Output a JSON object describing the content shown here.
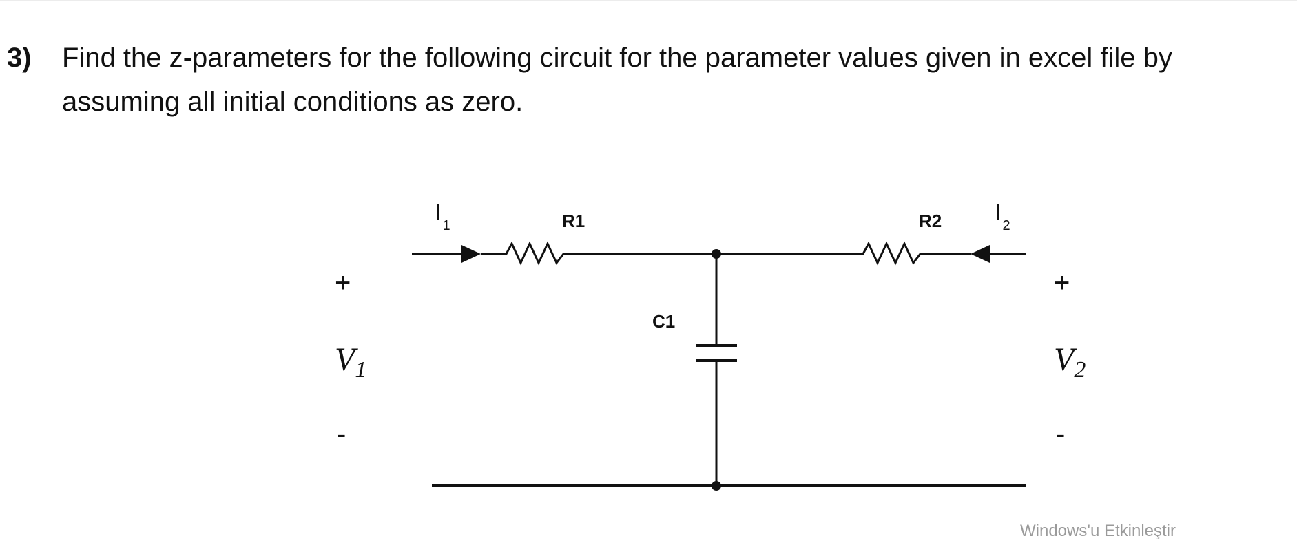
{
  "question": {
    "number": "3)",
    "text": "Find the z-parameters for the following circuit for the parameter values given in excel file by assuming all initial conditions as zero."
  },
  "circuit": {
    "labels": {
      "r1": "R1",
      "r2": "R2",
      "c1": "C1",
      "i1_main": "I",
      "i1_sub": "1",
      "i2_main": "I",
      "i2_sub": "2",
      "v1_main": "V",
      "v1_sub": "1",
      "v2_main": "V",
      "v2_sub": "2",
      "v1_plus": "+",
      "v1_minus": "-",
      "v2_plus": "+",
      "v2_minus": "-"
    }
  },
  "watermark": {
    "text": "Windows'u Etkinleştir"
  }
}
